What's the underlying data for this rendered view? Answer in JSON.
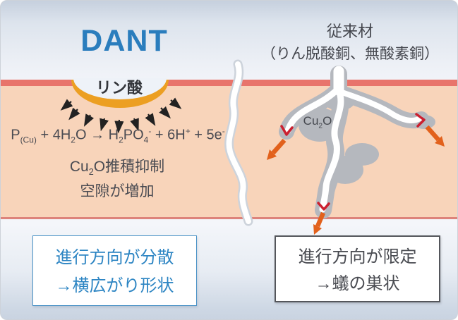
{
  "colors": {
    "dant_blue": "#2a7dbd",
    "copper_fill": "#f8d4ba",
    "copper_surface_red": "#e8746b",
    "acid_crescent_orange": "#ec9f22",
    "deposit_gray": "#b5b8be",
    "channel_white": "#ffffff",
    "arrow_orange": "#e2611c",
    "chevron_red": "#cb2030",
    "left_box_blue": "#2d85c3",
    "text_dark": "#4a4b52"
  },
  "left_panel": {
    "title": "DANT",
    "acid_label": "リン酸",
    "equation": {
      "s0": "P",
      "s1": "(Cu)",
      "s2": " + 4H",
      "s3": "2",
      "s4": "O → H",
      "s5": "2",
      "s6": "PO",
      "s7": "4",
      "s8": "-",
      "s9": " + 6H",
      "s10": "+",
      "s11": " + 5e",
      "s12": "-"
    },
    "note": {
      "n0": "Cu",
      "n1": "2",
      "n2": "O推積抑制",
      "line2": "空隙が増加"
    },
    "result_box": {
      "line1": "進行方向が分散",
      "line2": "→横広がり形状"
    }
  },
  "right_panel": {
    "title_line1": "従来材",
    "title_line2": "（りん脱酸銅、無酸素銅）",
    "deposit_label": {
      "d0": "Cu",
      "d1": "2",
      "d2": "O"
    },
    "result_box": {
      "line1": "進行方向が限定",
      "line2": "→蟻の巣状"
    }
  }
}
